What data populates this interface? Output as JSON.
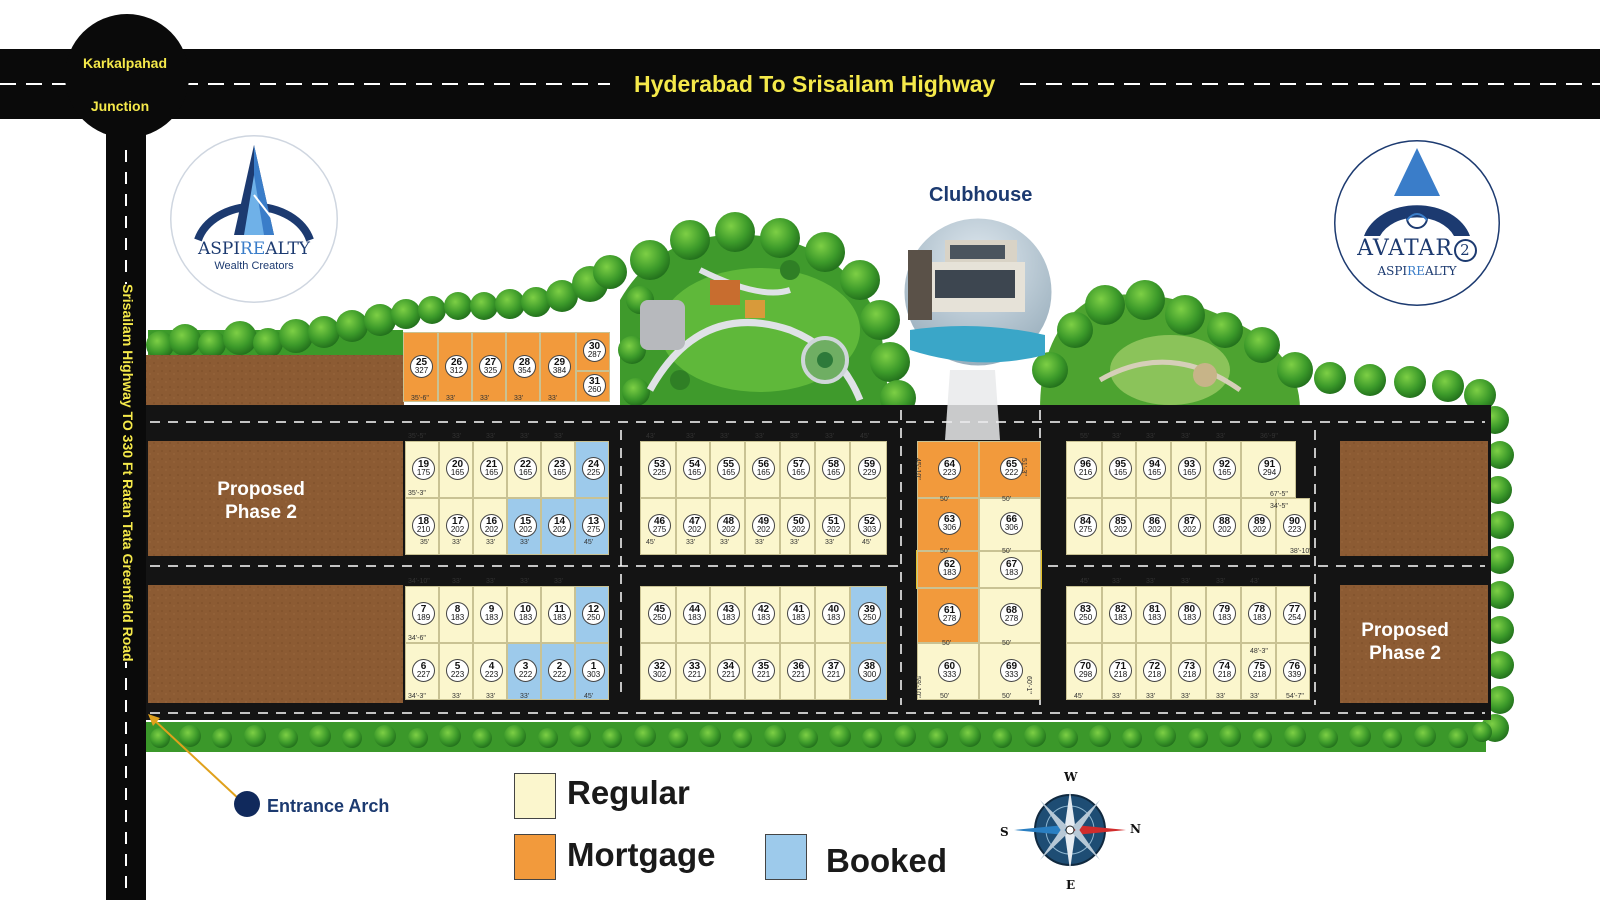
{
  "map": {
    "highway_top": "Hyderabad To Srisailam Highway",
    "junction_line1": "Karkalpahad",
    "junction_line2": "Junction",
    "side_road": "Srisailam Highway TO  330 Ft Ratan Tata Greenfield Road",
    "clubhouse_label": "Clubhouse",
    "entrance_label": "Entrance Arch",
    "phase_label_line1": "Proposed",
    "phase_label_line2": "Phase 2"
  },
  "logos": {
    "left_brand_part1": "ASPI",
    "left_brand_part2": "RE",
    "left_brand_part3": "ALTY",
    "left_tagline": "Wealth Creators",
    "right_title": "AVATAR",
    "right_number": "2",
    "right_sub_part1": "ASPI",
    "right_sub_part2": "RE",
    "right_sub_part3": "ALTY"
  },
  "legend": {
    "regular": "Regular",
    "mortgage": "Mortgage",
    "booked": "Booked"
  },
  "compass": {
    "n": "N",
    "s": "S",
    "e": "E",
    "w": "W"
  },
  "colors": {
    "regular": "#fbf6cd",
    "mortgage": "#f29a3c",
    "booked": "#9dcaeb",
    "road": "#0a0a0a",
    "soil": "#8a5a32",
    "highway_text": "#f5e94a",
    "brand_blue": "#1c3a70"
  },
  "plots": [
    {
      "no": "25",
      "sqyd": "327",
      "status": "mortgage"
    },
    {
      "no": "26",
      "sqyd": "312",
      "status": "mortgage"
    },
    {
      "no": "27",
      "sqyd": "325",
      "status": "mortgage"
    },
    {
      "no": "28",
      "sqyd": "354",
      "status": "mortgage"
    },
    {
      "no": "29",
      "sqyd": "384",
      "status": "mortgage"
    },
    {
      "no": "30",
      "sqyd": "287",
      "status": "mortgage"
    },
    {
      "no": "31",
      "sqyd": "260",
      "status": "mortgage"
    },
    {
      "no": "19",
      "sqyd": "175",
      "status": "regular"
    },
    {
      "no": "20",
      "sqyd": "165",
      "status": "regular"
    },
    {
      "no": "21",
      "sqyd": "165",
      "status": "regular"
    },
    {
      "no": "22",
      "sqyd": "165",
      "status": "regular"
    },
    {
      "no": "23",
      "sqyd": "165",
      "status": "regular"
    },
    {
      "no": "24",
      "sqyd": "225",
      "status": "booked"
    },
    {
      "no": "18",
      "sqyd": "210",
      "status": "regular"
    },
    {
      "no": "17",
      "sqyd": "202",
      "status": "regular"
    },
    {
      "no": "16",
      "sqyd": "202",
      "status": "regular"
    },
    {
      "no": "15",
      "sqyd": "202",
      "status": "booked"
    },
    {
      "no": "14",
      "sqyd": "202",
      "status": "booked"
    },
    {
      "no": "13",
      "sqyd": "275",
      "status": "booked"
    },
    {
      "no": "7",
      "sqyd": "189",
      "status": "regular"
    },
    {
      "no": "8",
      "sqyd": "183",
      "status": "regular"
    },
    {
      "no": "9",
      "sqyd": "183",
      "status": "regular"
    },
    {
      "no": "10",
      "sqyd": "183",
      "status": "regular"
    },
    {
      "no": "11",
      "sqyd": "183",
      "status": "regular"
    },
    {
      "no": "12",
      "sqyd": "250",
      "status": "booked"
    },
    {
      "no": "6",
      "sqyd": "227",
      "status": "regular"
    },
    {
      "no": "5",
      "sqyd": "223",
      "status": "regular"
    },
    {
      "no": "4",
      "sqyd": "223",
      "status": "regular"
    },
    {
      "no": "3",
      "sqyd": "222",
      "status": "booked"
    },
    {
      "no": "2",
      "sqyd": "222",
      "status": "booked"
    },
    {
      "no": "1",
      "sqyd": "303",
      "status": "booked"
    },
    {
      "no": "53",
      "sqyd": "225",
      "status": "regular"
    },
    {
      "no": "54",
      "sqyd": "165",
      "status": "regular"
    },
    {
      "no": "55",
      "sqyd": "165",
      "status": "regular"
    },
    {
      "no": "56",
      "sqyd": "165",
      "status": "regular"
    },
    {
      "no": "57",
      "sqyd": "165",
      "status": "regular"
    },
    {
      "no": "58",
      "sqyd": "165",
      "status": "regular"
    },
    {
      "no": "59",
      "sqyd": "229",
      "status": "regular"
    },
    {
      "no": "46",
      "sqyd": "275",
      "status": "regular"
    },
    {
      "no": "47",
      "sqyd": "202",
      "status": "regular"
    },
    {
      "no": "48",
      "sqyd": "202",
      "status": "regular"
    },
    {
      "no": "49",
      "sqyd": "202",
      "status": "regular"
    },
    {
      "no": "50",
      "sqyd": "202",
      "status": "regular"
    },
    {
      "no": "51",
      "sqyd": "202",
      "status": "regular"
    },
    {
      "no": "52",
      "sqyd": "303",
      "status": "regular"
    },
    {
      "no": "45",
      "sqyd": "250",
      "status": "regular"
    },
    {
      "no": "44",
      "sqyd": "183",
      "status": "regular"
    },
    {
      "no": "43",
      "sqyd": "183",
      "status": "regular"
    },
    {
      "no": "42",
      "sqyd": "183",
      "status": "regular"
    },
    {
      "no": "41",
      "sqyd": "183",
      "status": "regular"
    },
    {
      "no": "40",
      "sqyd": "183",
      "status": "regular"
    },
    {
      "no": "39",
      "sqyd": "250",
      "status": "booked"
    },
    {
      "no": "32",
      "sqyd": "302",
      "status": "regular"
    },
    {
      "no": "33",
      "sqyd": "221",
      "status": "regular"
    },
    {
      "no": "34",
      "sqyd": "221",
      "status": "regular"
    },
    {
      "no": "35",
      "sqyd": "221",
      "status": "regular"
    },
    {
      "no": "36",
      "sqyd": "221",
      "status": "regular"
    },
    {
      "no": "37",
      "sqyd": "221",
      "status": "regular"
    },
    {
      "no": "38",
      "sqyd": "300",
      "status": "booked"
    },
    {
      "no": "64",
      "sqyd": "223",
      "status": "mortgage"
    },
    {
      "no": "65",
      "sqyd": "222",
      "status": "mortgage"
    },
    {
      "no": "63",
      "sqyd": "306",
      "status": "mortgage"
    },
    {
      "no": "66",
      "sqyd": "306",
      "status": "regular"
    },
    {
      "no": "62",
      "sqyd": "183",
      "status": "mortgage"
    },
    {
      "no": "67",
      "sqyd": "183",
      "status": "regular"
    },
    {
      "no": "61",
      "sqyd": "278",
      "status": "mortgage"
    },
    {
      "no": "68",
      "sqyd": "278",
      "status": "regular"
    },
    {
      "no": "60",
      "sqyd": "333",
      "status": "regular"
    },
    {
      "no": "69",
      "sqyd": "333",
      "status": "regular"
    },
    {
      "no": "96",
      "sqyd": "216",
      "status": "regular"
    },
    {
      "no": "95",
      "sqyd": "165",
      "status": "regular"
    },
    {
      "no": "94",
      "sqyd": "165",
      "status": "regular"
    },
    {
      "no": "93",
      "sqyd": "165",
      "status": "regular"
    },
    {
      "no": "92",
      "sqyd": "165",
      "status": "regular"
    },
    {
      "no": "91",
      "sqyd": "294",
      "status": "regular"
    },
    {
      "no": "84",
      "sqyd": "275",
      "status": "regular"
    },
    {
      "no": "85",
      "sqyd": "202",
      "status": "regular"
    },
    {
      "no": "86",
      "sqyd": "202",
      "status": "regular"
    },
    {
      "no": "87",
      "sqyd": "202",
      "status": "regular"
    },
    {
      "no": "88",
      "sqyd": "202",
      "status": "regular"
    },
    {
      "no": "89",
      "sqyd": "202",
      "status": "regular"
    },
    {
      "no": "90",
      "sqyd": "223",
      "status": "regular"
    },
    {
      "no": "83",
      "sqyd": "250",
      "status": "regular"
    },
    {
      "no": "82",
      "sqyd": "183",
      "status": "regular"
    },
    {
      "no": "81",
      "sqyd": "183",
      "status": "regular"
    },
    {
      "no": "80",
      "sqyd": "183",
      "status": "regular"
    },
    {
      "no": "79",
      "sqyd": "183",
      "status": "regular"
    },
    {
      "no": "78",
      "sqyd": "183",
      "status": "regular"
    },
    {
      "no": "77",
      "sqyd": "254",
      "status": "regular"
    },
    {
      "no": "70",
      "sqyd": "298",
      "status": "regular"
    },
    {
      "no": "71",
      "sqyd": "218",
      "status": "regular"
    },
    {
      "no": "72",
      "sqyd": "218",
      "status": "regular"
    },
    {
      "no": "73",
      "sqyd": "218",
      "status": "regular"
    },
    {
      "no": "74",
      "sqyd": "218",
      "status": "regular"
    },
    {
      "no": "75",
      "sqyd": "218",
      "status": "regular"
    },
    {
      "no": "76",
      "sqyd": "339",
      "status": "regular"
    }
  ],
  "dims": [
    "35'-6\"",
    "33'",
    "45'",
    "55'",
    "50'",
    "35'-5\"",
    "35'-3\"",
    "35'",
    "34'-10\"",
    "34'-6\"",
    "34'-3\"",
    "43'",
    "36'-9\"",
    "67'-5\"",
    "34'-5\"",
    "38'-10\"",
    "48'-3\"",
    "54'-7\"",
    "45'-10\"",
    "51'-3\"",
    "59'-10\"",
    "60'-1\""
  ]
}
